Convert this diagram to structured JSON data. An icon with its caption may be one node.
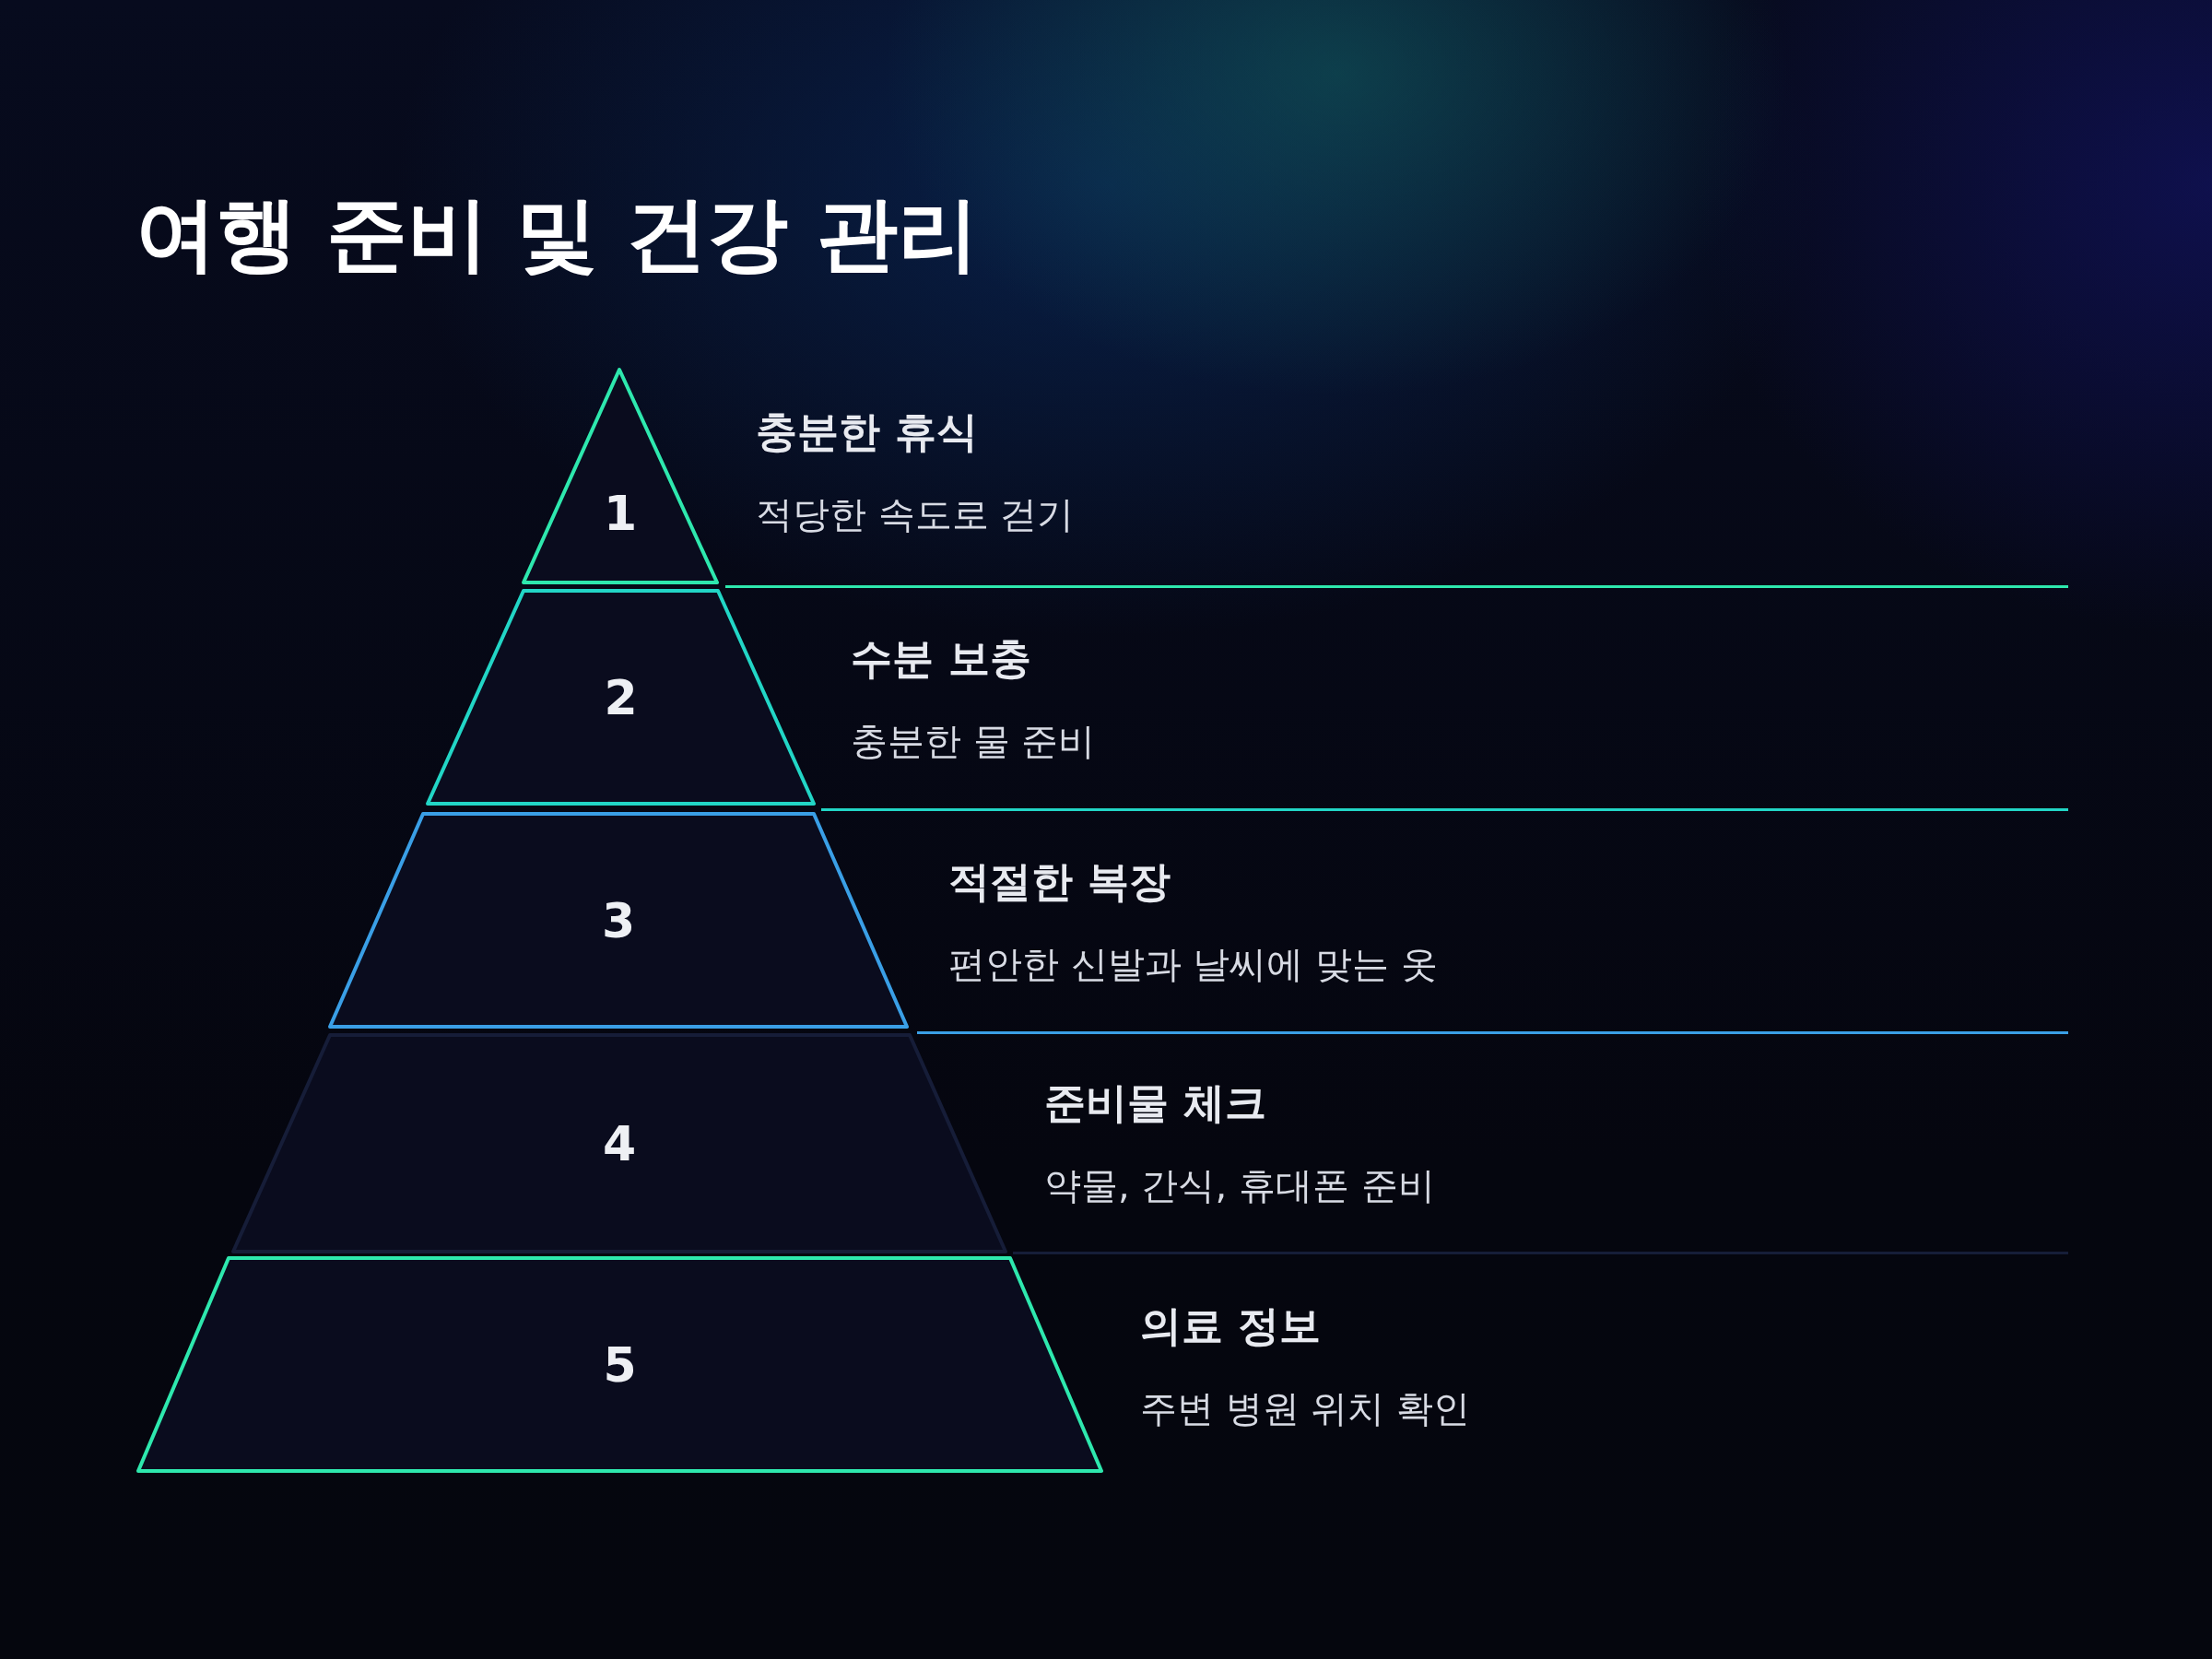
{
  "diagram": {
    "title": "여행 준비 및 건강 관리",
    "nodes": [
      {
        "text": [
          "1"
        ],
        "beside": [
          "충분한 휴식",
          "적당한 속도로 걷기"
        ]
      },
      {
        "text": [
          "2"
        ],
        "beside": [
          "수분 보충",
          "충분한 물 준비"
        ]
      },
      {
        "text": [
          "3"
        ],
        "beside": [
          "적절한 복장",
          "편안한 신발과 날씨에 맞는 옷"
        ]
      },
      {
        "text": [
          "4"
        ],
        "beside": [
          "준비물 체크",
          "약물, 간식, 휴대폰 준비"
        ]
      },
      {
        "text": [
          "5"
        ],
        "beside": [
          "의료 정보",
          "주변 병원 위치 확인"
        ]
      }
    ]
  }
}
